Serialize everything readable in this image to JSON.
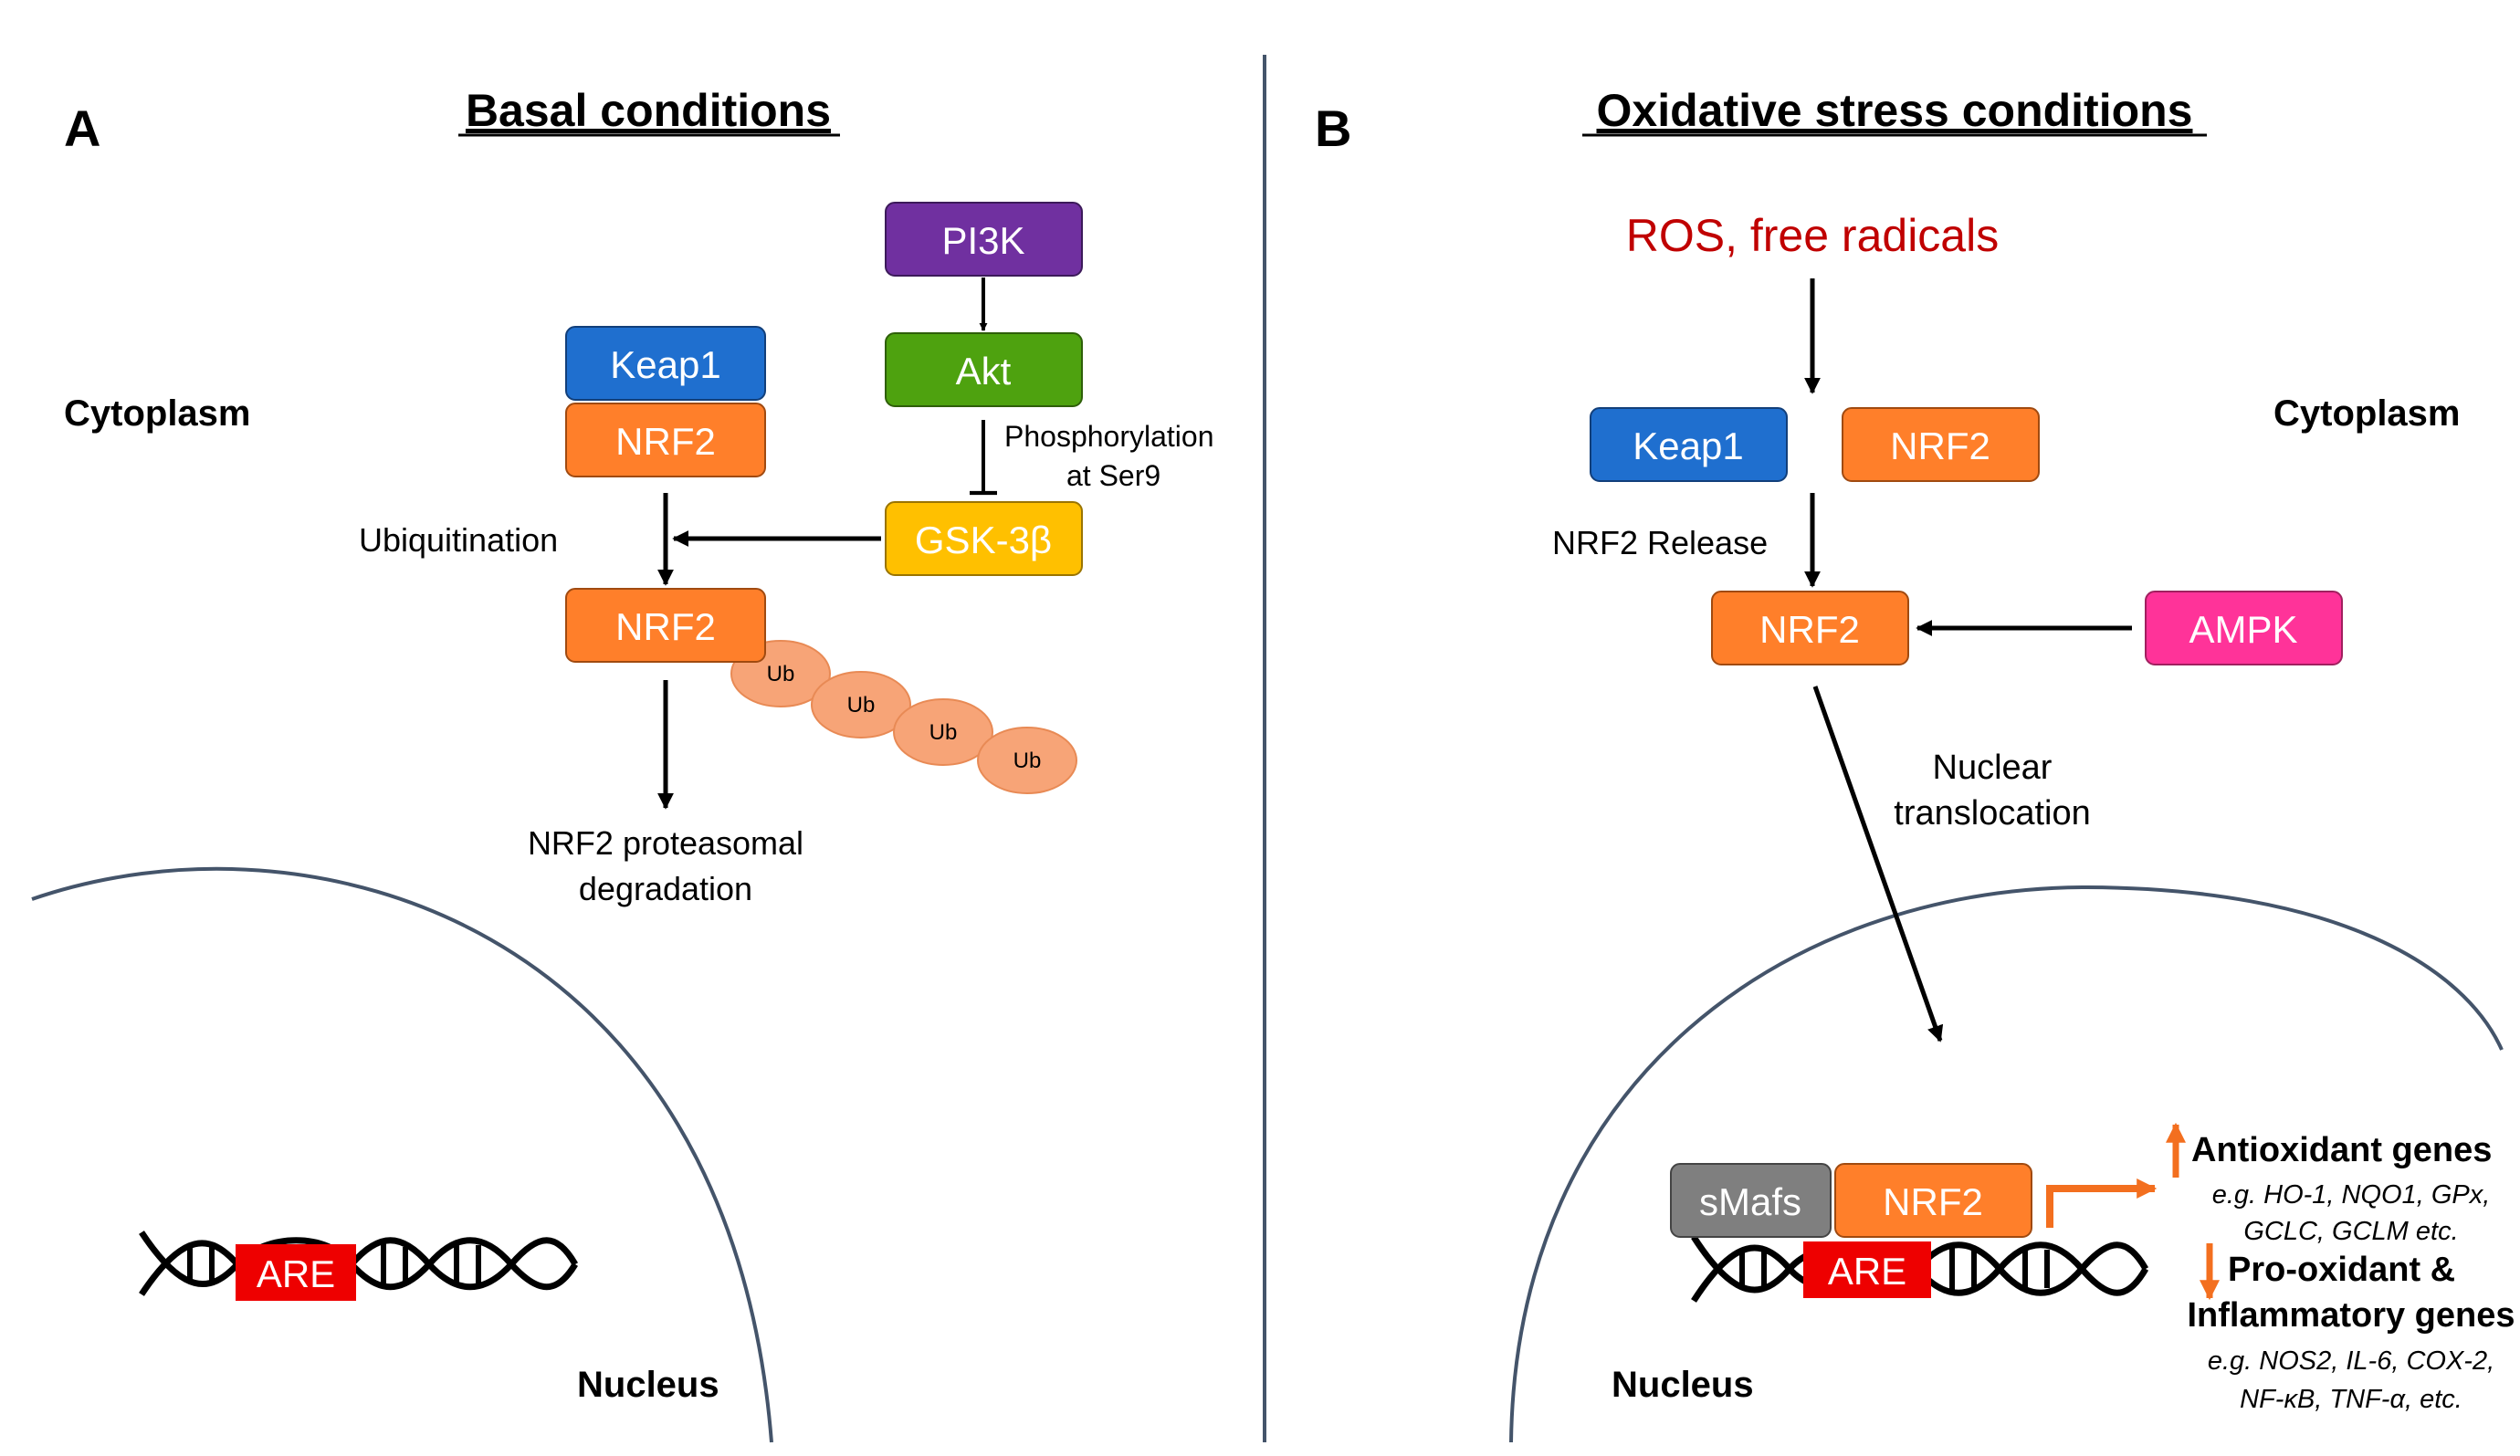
{
  "panelA": {
    "letter": "A",
    "title": "Basal conditions",
    "cytoplasm": "Cytoplasm",
    "nucleus": "Nucleus",
    "boxes": {
      "pi3k": "PI3K",
      "akt": "Akt",
      "keap1": "Keap1",
      "nrf2_top": "NRF2",
      "gsk3b": "GSK-3β",
      "nrf2_ub": "NRF2"
    },
    "ubiquitination": "Ubiquitination",
    "phosphorylation": [
      "Phosphorylation",
      "at Ser9"
    ],
    "ub_label": "Ub",
    "degradation": [
      "NRF2 proteasomal",
      "degradation"
    ],
    "are": "ARE"
  },
  "panelB": {
    "letter": "B",
    "title": "Oxidative stress conditions",
    "ros": "ROS, free radicals",
    "cytoplasm": "Cytoplasm",
    "nucleus": "Nucleus",
    "boxes": {
      "keap1": "Keap1",
      "nrf2_free": "NRF2",
      "nrf2_mid": "NRF2",
      "ampk": "AMPK",
      "smafs": "sMafs",
      "nrf2_nuc": "NRF2"
    },
    "release": "NRF2 Release",
    "translocation": [
      "Nuclear",
      "translocation"
    ],
    "are": "ARE",
    "antioxidant_title": "Antioxidant genes",
    "antioxidant_examples": [
      "e.g. HO-1,  NQO1,  GPx,",
      "GCLC,  GCLM etc."
    ],
    "prooxidant_title": [
      "Pro-oxidant &",
      "Inflammatory genes"
    ],
    "prooxidant_examples": [
      "e.g. NOS2,  IL-6,  COX-2,",
      "NF-κB,  TNF-α,  etc."
    ]
  },
  "colors": {
    "pi3k": "#7030a0",
    "akt": "#4ea20f",
    "keap1": "#1f6fcf",
    "nrf2": "#ff7f2a",
    "gsk3b": "#ffc000",
    "ampk": "#ff3399",
    "smafs": "#7f7f7f",
    "are": "#ee0000",
    "ub": "#f7a477",
    "ros": "#c00000",
    "up_arrow": "#f36f1f",
    "membrane": "#44546a"
  }
}
